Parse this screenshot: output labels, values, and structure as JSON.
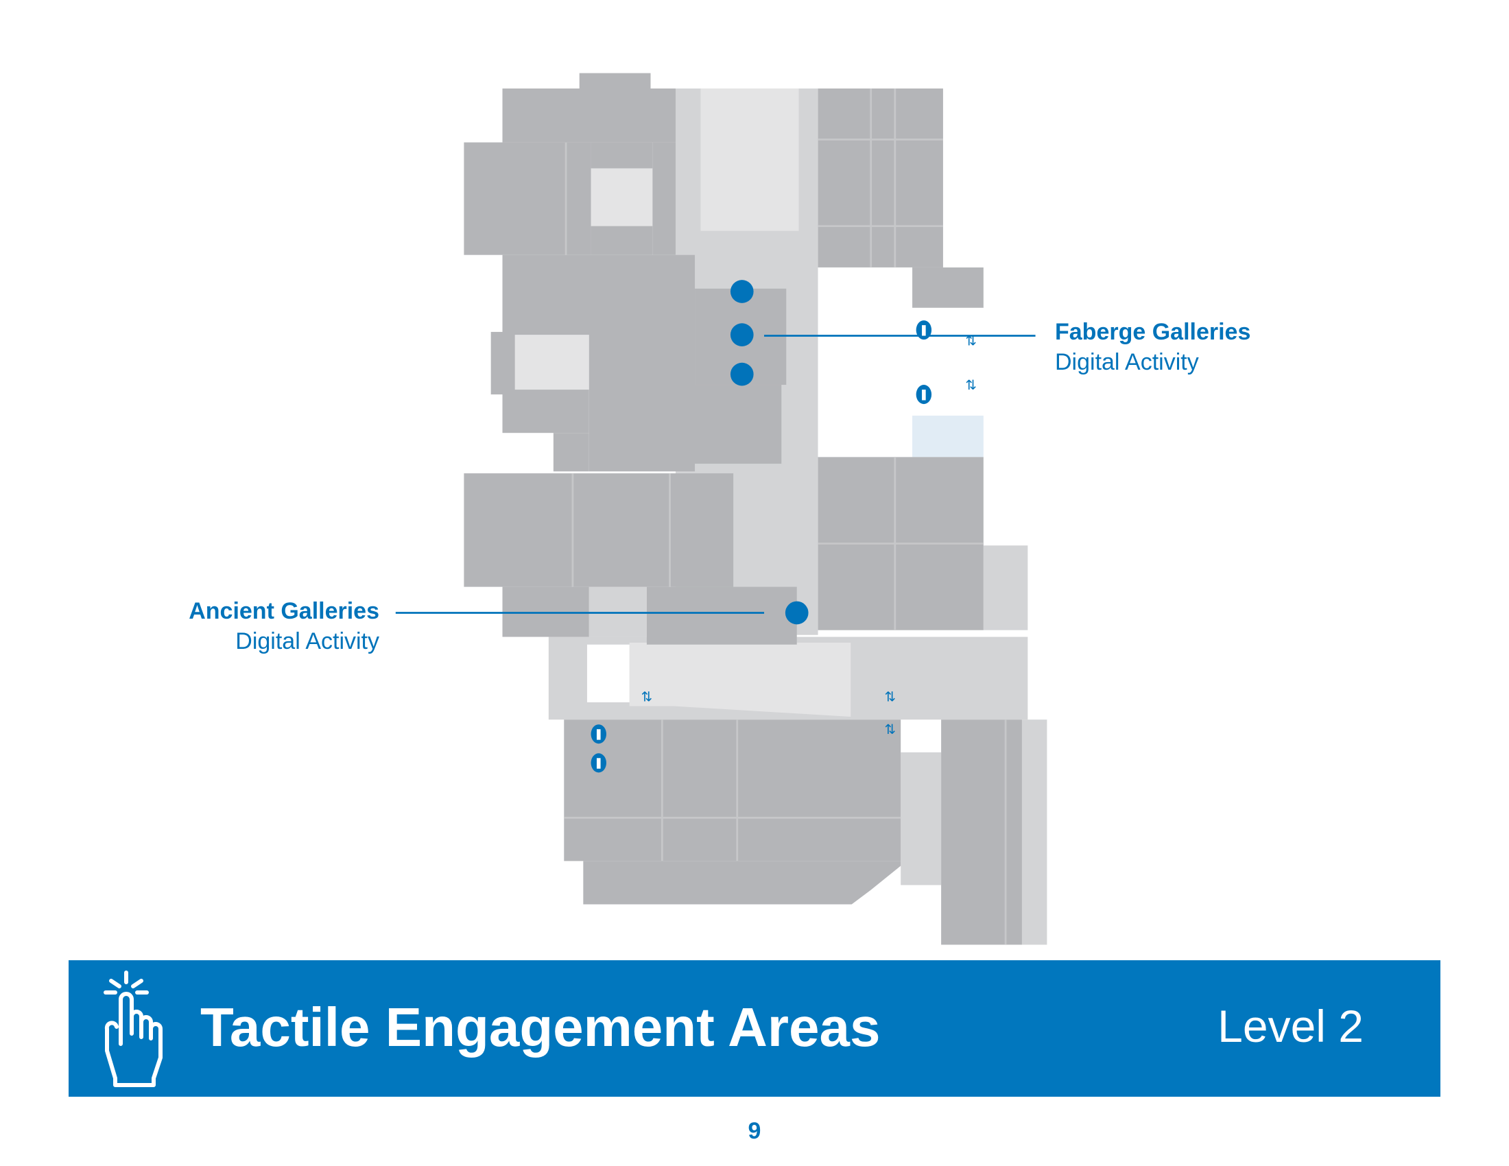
{
  "map": {
    "level": "Level 2",
    "colors": {
      "gallery": "#B4B5B8",
      "corridor": "#D3D4D6",
      "light": "#E4E4E5",
      "accent": "#0173BA",
      "highlight": "#E1ECF5"
    },
    "markers": [
      {
        "name": "Faberge Galleries",
        "subtitle": "Digital Activity"
      },
      {
        "name": "Ancient Galleries",
        "subtitle": "Digital Activity"
      }
    ]
  },
  "banner": {
    "title": "Tactile Engagement Areas",
    "level": "Level 2",
    "icon": "tap-hand-icon"
  },
  "page_number": "9"
}
